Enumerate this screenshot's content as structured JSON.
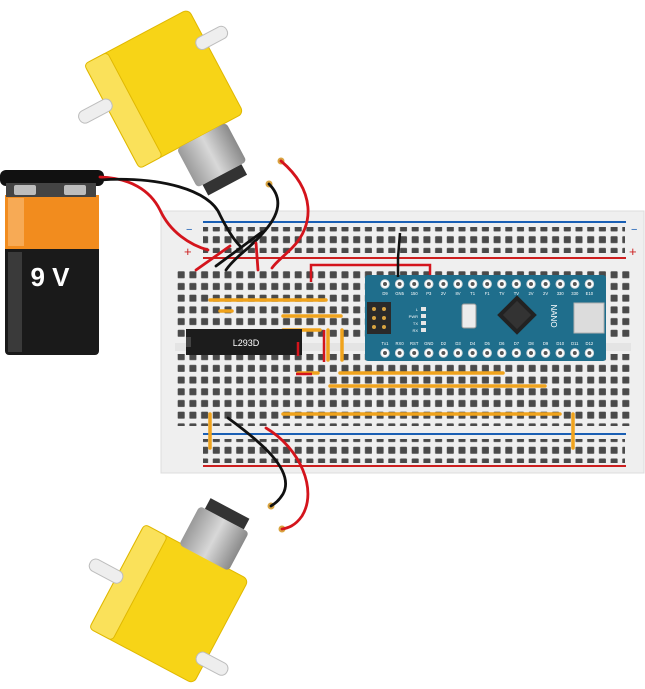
{
  "battery": {
    "voltage_label": "9 V",
    "body_color": "#1a1a1a",
    "band_color": "#f28c1e"
  },
  "driver_ic": {
    "label": "L293D"
  },
  "nano": {
    "board_label": "NANO",
    "top_pins": [
      "D9",
      "GN5",
      "150",
      "P3",
      "2V",
      "8V",
      "T1",
      "F1",
      "TV",
      "TV",
      "2V",
      "2V",
      "330",
      "330",
      "E10"
    ],
    "bottom_pins": [
      "Tx1",
      "RX0",
      "RST",
      "GND",
      "D2",
      "D3",
      "D4",
      "D5",
      "D6",
      "D7",
      "D8",
      "D9",
      "D10",
      "D11",
      "D12"
    ],
    "leds": [
      "L",
      "PWR",
      "TX",
      "RX"
    ],
    "board_color": "#1f6e8c"
  },
  "rails": {
    "minus_symbol": "−",
    "plus_symbol": "+"
  },
  "colors": {
    "motor_yellow": "#f7d417",
    "wire_red": "#d4141c",
    "wire_black": "#111111",
    "jumper_orange": "#f0a31c",
    "rail_blue": "#1a5fb4",
    "rail_red": "#cc1f1f"
  }
}
